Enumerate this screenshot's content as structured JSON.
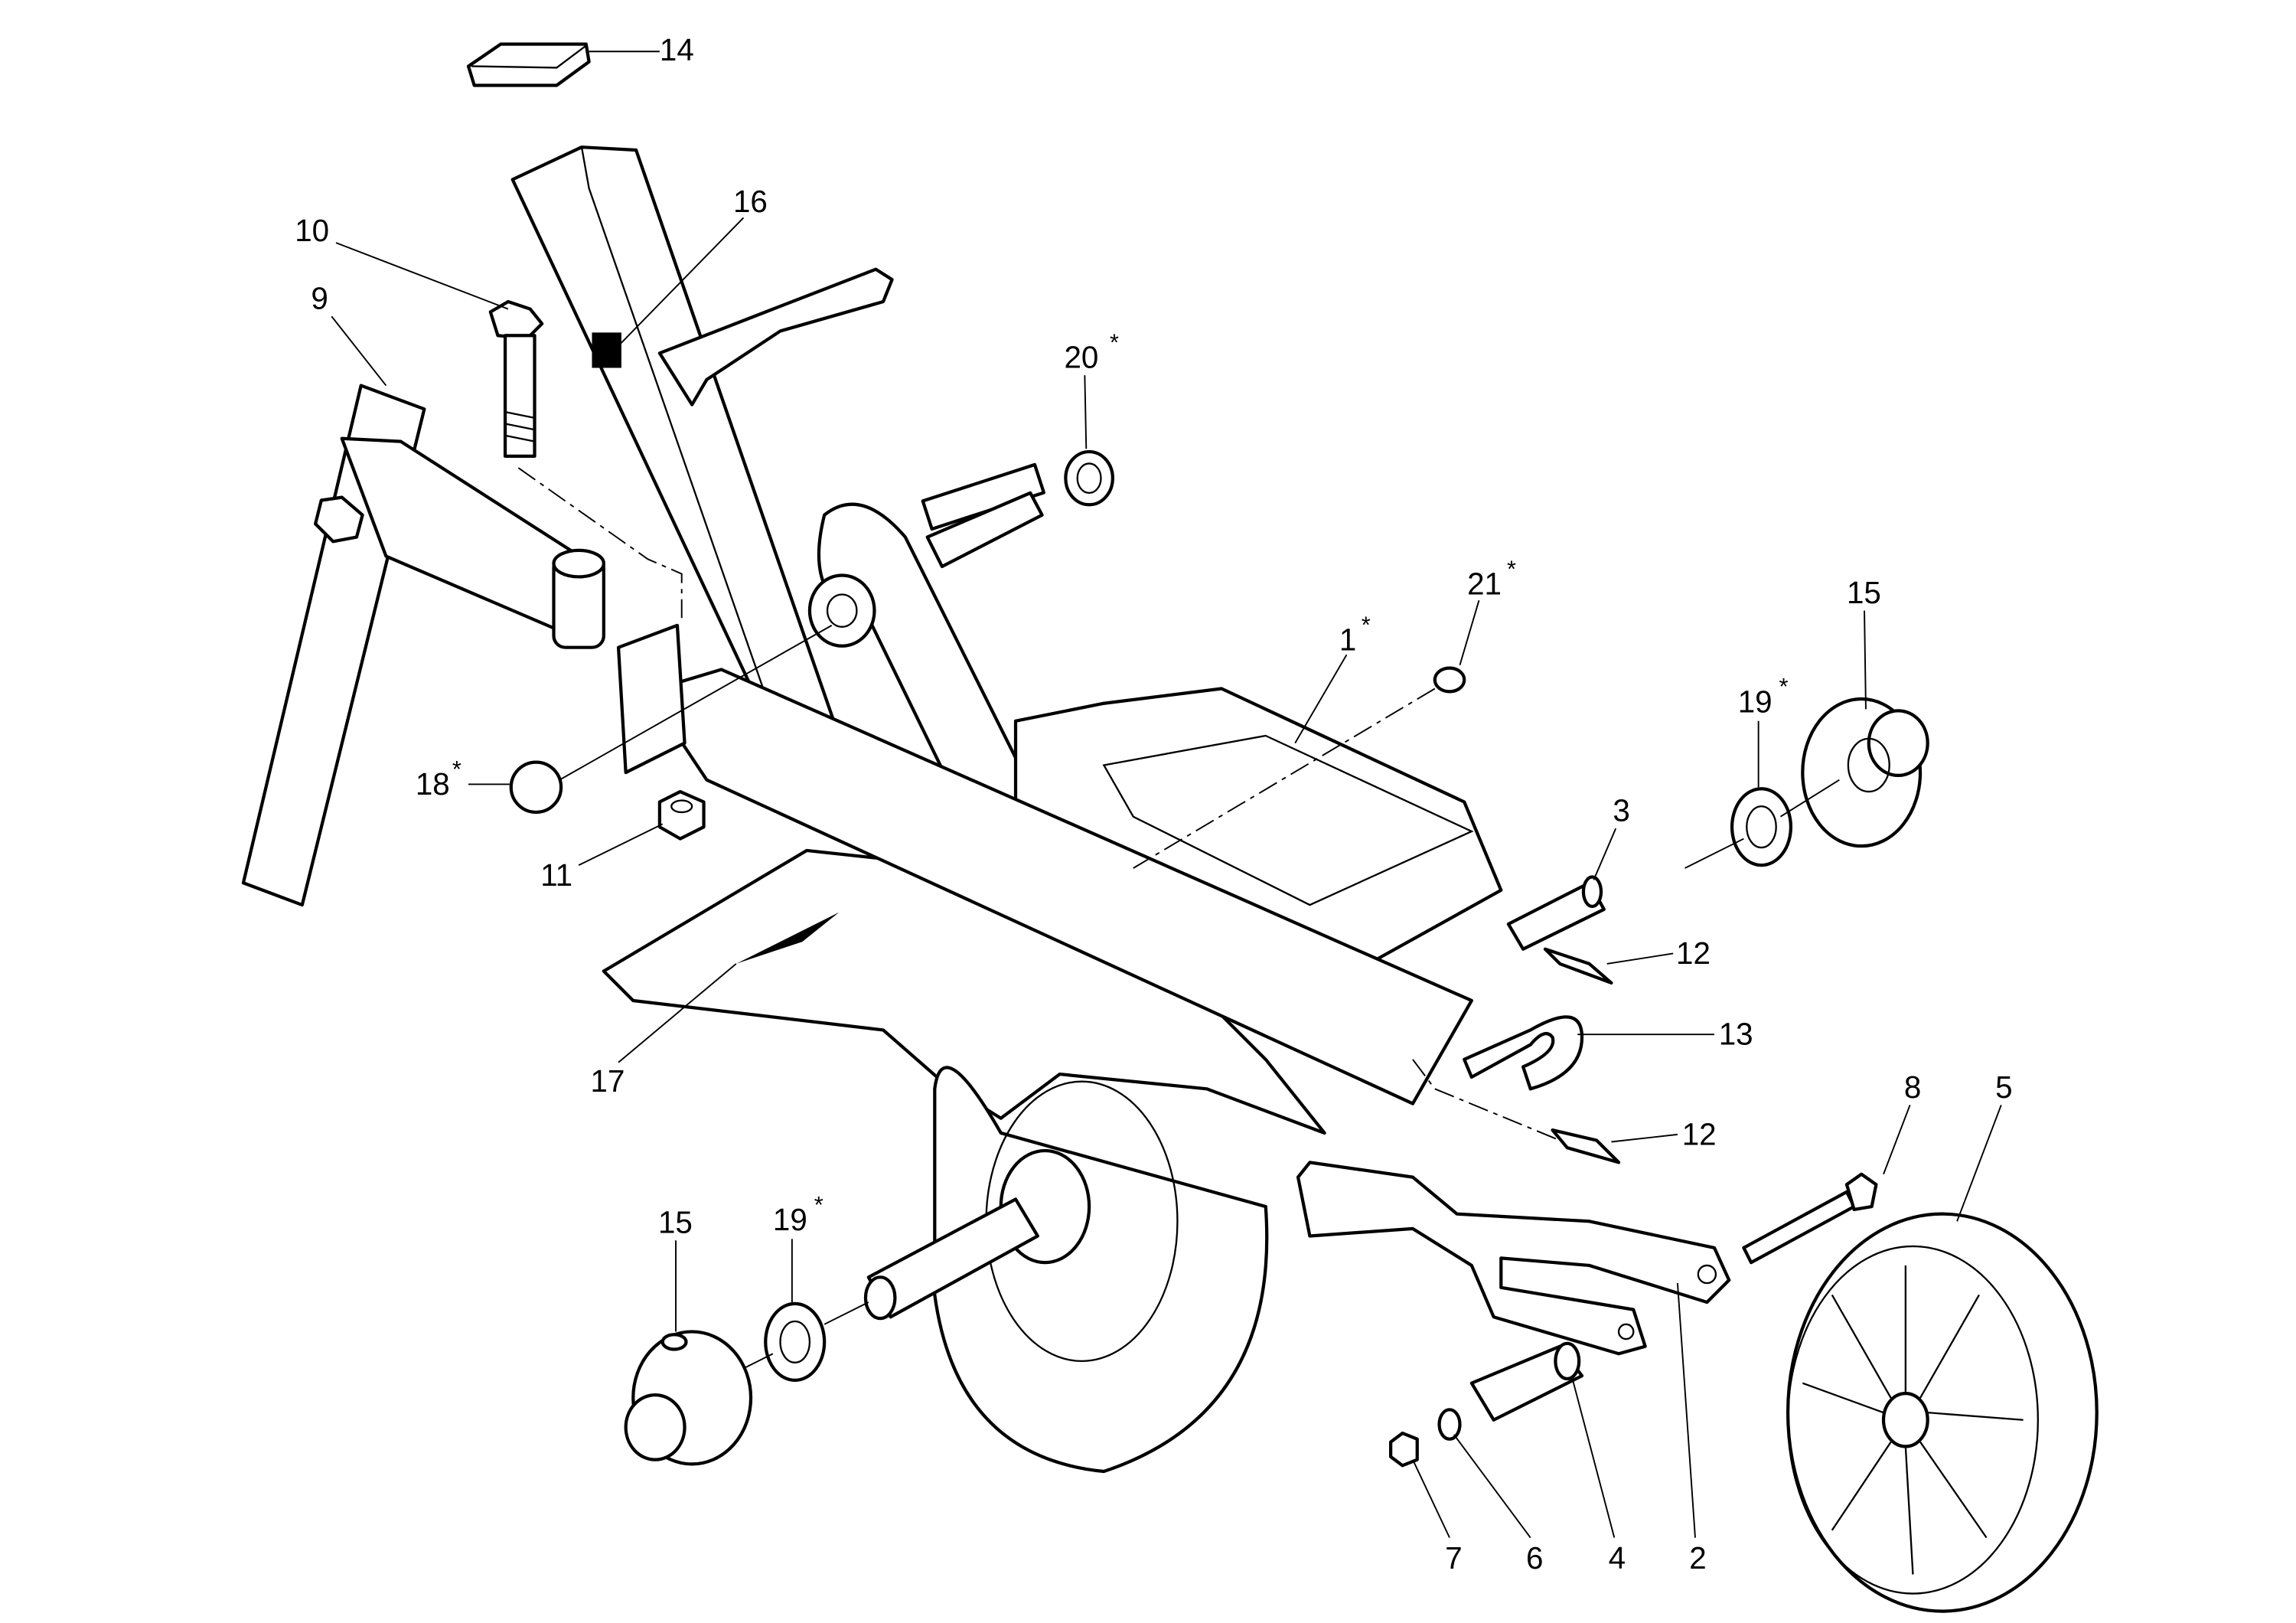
{
  "diagram": {
    "type": "exploded-parts-view",
    "labels": [
      {
        "number": "1",
        "asterisk": "*"
      },
      {
        "number": "2",
        "asterisk": ""
      },
      {
        "number": "3",
        "asterisk": ""
      },
      {
        "number": "4",
        "asterisk": ""
      },
      {
        "number": "5",
        "asterisk": ""
      },
      {
        "number": "6",
        "asterisk": ""
      },
      {
        "number": "7",
        "asterisk": ""
      },
      {
        "number": "8",
        "asterisk": ""
      },
      {
        "number": "9",
        "asterisk": ""
      },
      {
        "number": "10",
        "asterisk": ""
      },
      {
        "number": "11",
        "asterisk": ""
      },
      {
        "number": "12",
        "asterisk": ""
      },
      {
        "number": "12",
        "asterisk": ""
      },
      {
        "number": "13",
        "asterisk": ""
      },
      {
        "number": "14",
        "asterisk": ""
      },
      {
        "number": "15",
        "asterisk": ""
      },
      {
        "number": "15",
        "asterisk": ""
      },
      {
        "number": "16",
        "asterisk": ""
      },
      {
        "number": "17",
        "asterisk": ""
      },
      {
        "number": "18",
        "asterisk": "*"
      },
      {
        "number": "19",
        "asterisk": "*"
      },
      {
        "number": "19",
        "asterisk": "*"
      },
      {
        "number": "20",
        "asterisk": "*"
      },
      {
        "number": "21",
        "asterisk": "*"
      }
    ]
  }
}
